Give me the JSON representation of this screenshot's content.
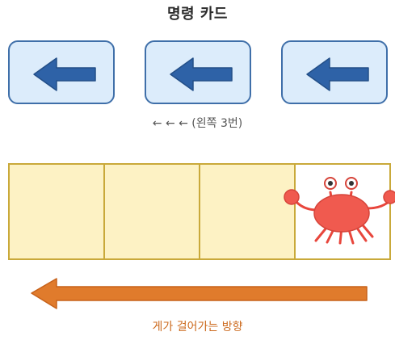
{
  "title": "명령 카드",
  "cards": [
    {
      "icon": "left-arrow-icon",
      "direction": "left"
    },
    {
      "icon": "left-arrow-icon",
      "direction": "left"
    },
    {
      "icon": "left-arrow-icon",
      "direction": "left"
    }
  ],
  "caption": "← ← ← (왼쪽 3번)",
  "grid": {
    "cell_count": 4,
    "crab_cell": 4,
    "crab_icon": "crab-icon"
  },
  "direction_label": "게가 걸어가는 방향",
  "colors": {
    "card_fill": "#dcecfb",
    "card_border": "#3f6fa9",
    "arrow_blue": "#2e62a7",
    "cell_fill": "#fdf2c4",
    "cell_border": "#c9a93a",
    "crab_red": "#f05a4f",
    "direction_arrow": "#e07b2c",
    "direction_label": "#cc6a1e"
  }
}
